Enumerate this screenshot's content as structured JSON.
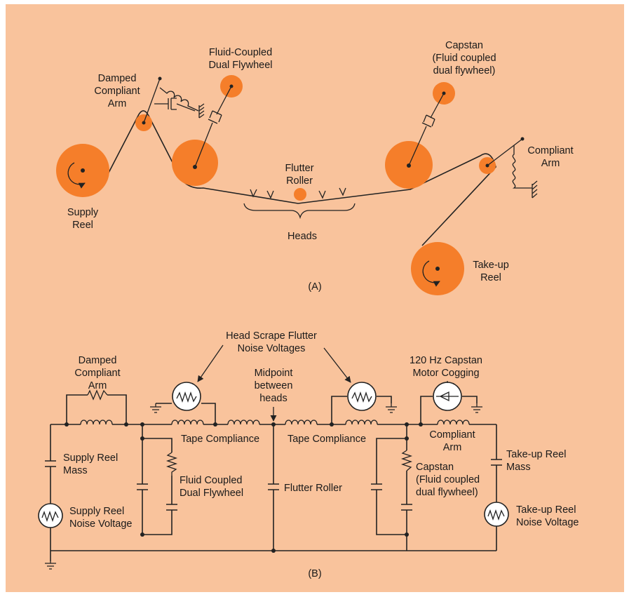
{
  "colors": {
    "background": "#f9c39c",
    "disc": "#f57e2a",
    "ink": "#1a1a1a"
  },
  "panel_a": {
    "caption": "(A)",
    "supply_reel": [
      "Supply",
      "Reel"
    ],
    "damped_arm": [
      "Damped",
      "Compliant",
      "Arm"
    ],
    "fluid_flywheel": [
      "Fluid-Coupled",
      "Dual Flywheel"
    ],
    "flutter_roller": [
      "Flutter",
      "Roller"
    ],
    "heads": "Heads",
    "capstan": [
      "Capstan",
      "(Fluid coupled",
      "dual flywheel)"
    ],
    "compliant_arm": [
      "Compliant",
      "Arm"
    ],
    "takeup_reel": [
      "Take-up",
      "Reel"
    ]
  },
  "panel_b": {
    "caption": "(B)",
    "head_scrape": [
      "Head Scrape Flutter",
      "Noise Voltages"
    ],
    "damped_arm": [
      "Damped",
      "Compliant",
      "Arm"
    ],
    "midpoint": [
      "Midpoint",
      "between",
      "heads"
    ],
    "capstan_cogging": [
      "120 Hz Capstan",
      "Motor Cogging"
    ],
    "tape_compliance_left": "Tape Compliance",
    "tape_compliance_right": "Tape Compliance",
    "compliant_arm": [
      "Compliant",
      "Arm"
    ],
    "supply_reel_mass": [
      "Supply Reel",
      "Mass"
    ],
    "fluid_flywheel": [
      "Fluid Coupled",
      "Dual Flywheel"
    ],
    "flutter_roller": "Flutter Roller",
    "capstan": [
      "Capstan",
      "(Fluid coupled",
      "dual flywheel)"
    ],
    "takeup_mass": [
      "Take-up Reel",
      "Mass"
    ],
    "supply_noise": [
      "Supply Reel",
      "Noise Voltage"
    ],
    "takeup_noise": [
      "Take-up Reel",
      "Noise Voltage"
    ]
  }
}
